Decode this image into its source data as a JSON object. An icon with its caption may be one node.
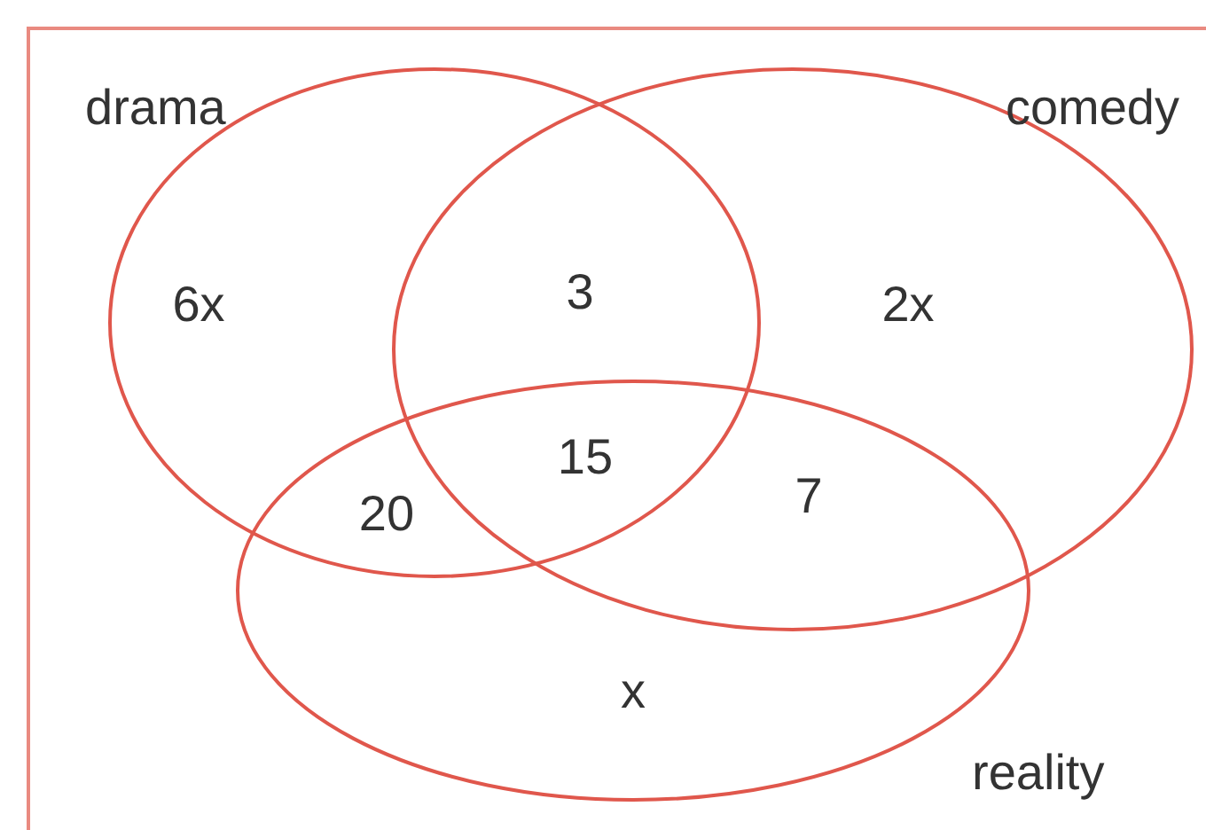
{
  "diagram": {
    "nodes": [
      {
        "text": [
          "drama"
        ]
      },
      {
        "text": [
          "comedy"
        ]
      },
      {
        "text": [
          "reality"
        ]
      }
    ],
    "labels": [
      "6x",
      "3",
      "2x",
      "15",
      "20",
      "7",
      "x"
    ]
  }
}
